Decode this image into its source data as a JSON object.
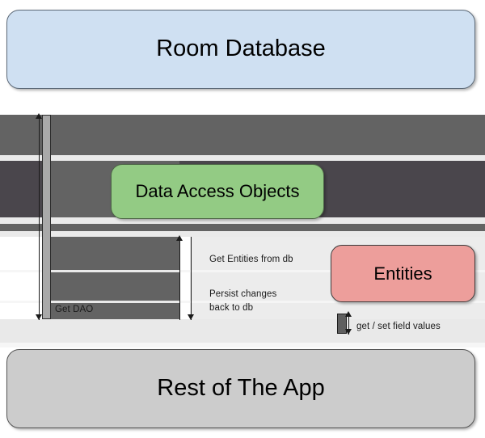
{
  "diagram": {
    "title": "Room Database architecture",
    "type": "component-sequence-diagram"
  },
  "nodes": {
    "room_database": {
      "label": "Room Database",
      "color": "#cfe0f2"
    },
    "data_access_objects": {
      "label": "Data Access Objects",
      "color": "#93cb84"
    },
    "entities": {
      "label": "Entities",
      "color": "#ed9e9b"
    },
    "rest_of_the_app": {
      "label": "Rest of The App",
      "color": "#cccccc"
    }
  },
  "edges": [
    {
      "id": "get-dao",
      "label": "Get DAO",
      "from": "rest_of_the_app",
      "to": "room_database"
    },
    {
      "id": "get-entities",
      "label": "Get Entities from db",
      "from": "rest_of_the_app",
      "to": "data_access_objects"
    },
    {
      "id": "persist-changes",
      "label": "Persist changes\nback to db",
      "from": "rest_of_the_app",
      "to": "data_access_objects"
    },
    {
      "id": "get-set-fields",
      "label": "get / set field values",
      "from": "rest_of_the_app",
      "to": "entities"
    }
  ],
  "palette": {
    "background": "#ffffff",
    "shade_dark": "#636363",
    "shade_darker": "#4a464c",
    "shade_light": "#ececec",
    "lifeline": "#a9a9a9",
    "stroke": "#1a1a1a"
  }
}
